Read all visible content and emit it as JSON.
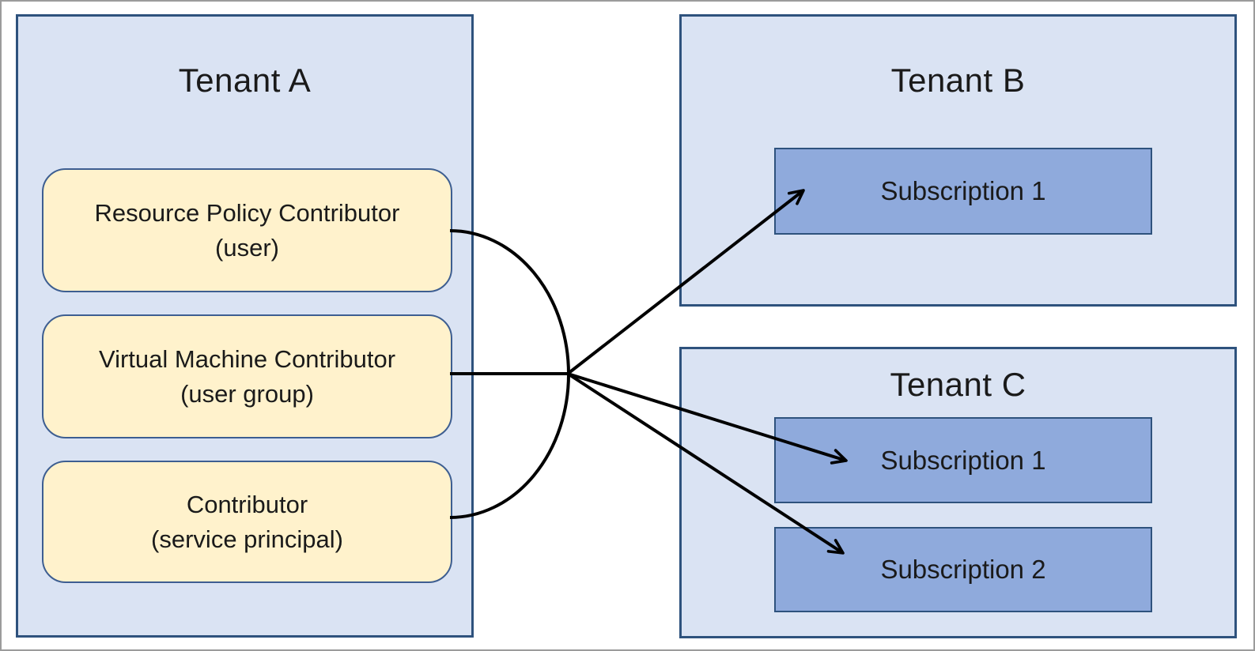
{
  "diagram": {
    "tenant_a": {
      "title": "Tenant A",
      "roles": [
        {
          "line1": "Resource Policy Contributor",
          "line2": "(user)"
        },
        {
          "line1": "Virtual Machine Contributor",
          "line2": "(user group)"
        },
        {
          "line1": "Contributor",
          "line2": "(service principal)"
        }
      ]
    },
    "tenant_b": {
      "title": "Tenant B",
      "subscriptions": [
        "Subscription 1"
      ]
    },
    "tenant_c": {
      "title": "Tenant C",
      "subscriptions": [
        "Subscription 1",
        "Subscription 2"
      ]
    }
  },
  "colors": {
    "page_border": "#9b9b9b",
    "text": "#1a1a1a",
    "tenant_fill": "#dae3f3",
    "tenant_border": "#2e527d",
    "role_fill": "#fff2cc",
    "role_border": "#3d5e91",
    "subscription_fill": "#8faadc",
    "subscription_border": "#2e527d",
    "connector": "#000000"
  }
}
